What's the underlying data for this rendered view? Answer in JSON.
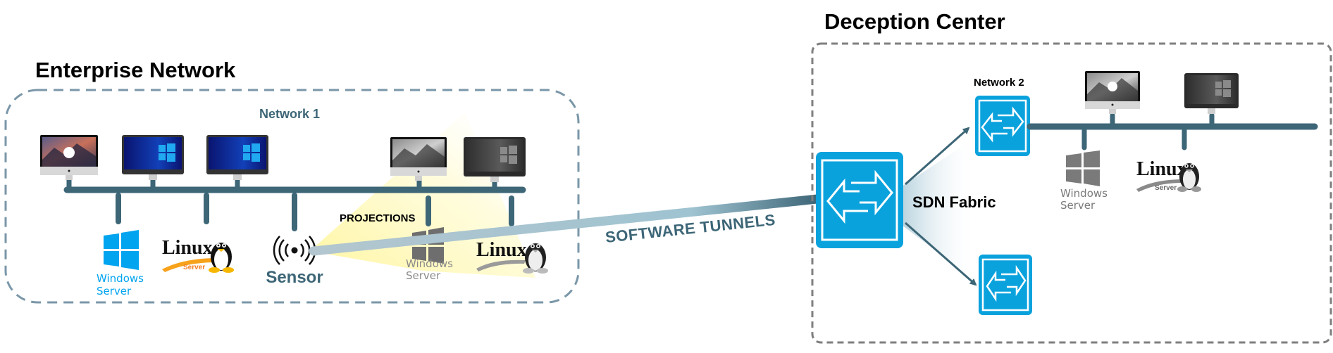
{
  "colors": {
    "bus": "#3d6677",
    "enterprise_border": "#7a97a8",
    "deception_border": "#7f7f7f",
    "switch_blue": "#0aa2dd",
    "windows_blue": "#00a4ef",
    "linux_orange": "#f47c20",
    "projection_yellow": "#fff7a8",
    "tunnel_light": "#a9c6d2",
    "gray_icon": "#7a7a7a"
  },
  "enterprise": {
    "title": "Enterprise Network",
    "network_label": "Network 1",
    "workstations": [
      {
        "type": "mac",
        "icon": "imac-icon",
        "style": "color"
      },
      {
        "type": "windows",
        "icon": "windows-monitor-icon",
        "style": "color"
      },
      {
        "type": "windows",
        "icon": "windows-monitor-icon",
        "style": "color"
      },
      {
        "type": "mac",
        "icon": "imac-icon",
        "style": "projection"
      },
      {
        "type": "windows",
        "icon": "windows-monitor-icon",
        "style": "projection"
      }
    ],
    "servers": [
      {
        "type": "windows",
        "line1": "Windows",
        "line2": "Server",
        "style": "color"
      },
      {
        "type": "linux",
        "word": "Linux",
        "sub": "Server",
        "style": "color"
      },
      {
        "type": "sensor",
        "label": "Sensor"
      },
      {
        "type": "windows",
        "line1": "Windows",
        "line2": "Server",
        "style": "projection"
      },
      {
        "type": "linux",
        "word": "Linux",
        "sub": "",
        "style": "projection"
      }
    ],
    "projections_label": "PROJECTIONS"
  },
  "tunnel": {
    "label": "SOFTWARE TUNNELS"
  },
  "deception": {
    "title": "Deception Center",
    "fabric_label": "SDN Fabric",
    "network_label": "Network 2",
    "workstations": [
      {
        "type": "mac",
        "icon": "imac-icon",
        "style": "gray"
      },
      {
        "type": "windows",
        "icon": "windows-monitor-icon",
        "style": "gray"
      }
    ],
    "servers": [
      {
        "type": "windows",
        "line1": "Windows",
        "line2": "Server",
        "style": "gray"
      },
      {
        "type": "linux",
        "word": "Linux",
        "sub": "Server",
        "style": "gray"
      }
    ]
  }
}
